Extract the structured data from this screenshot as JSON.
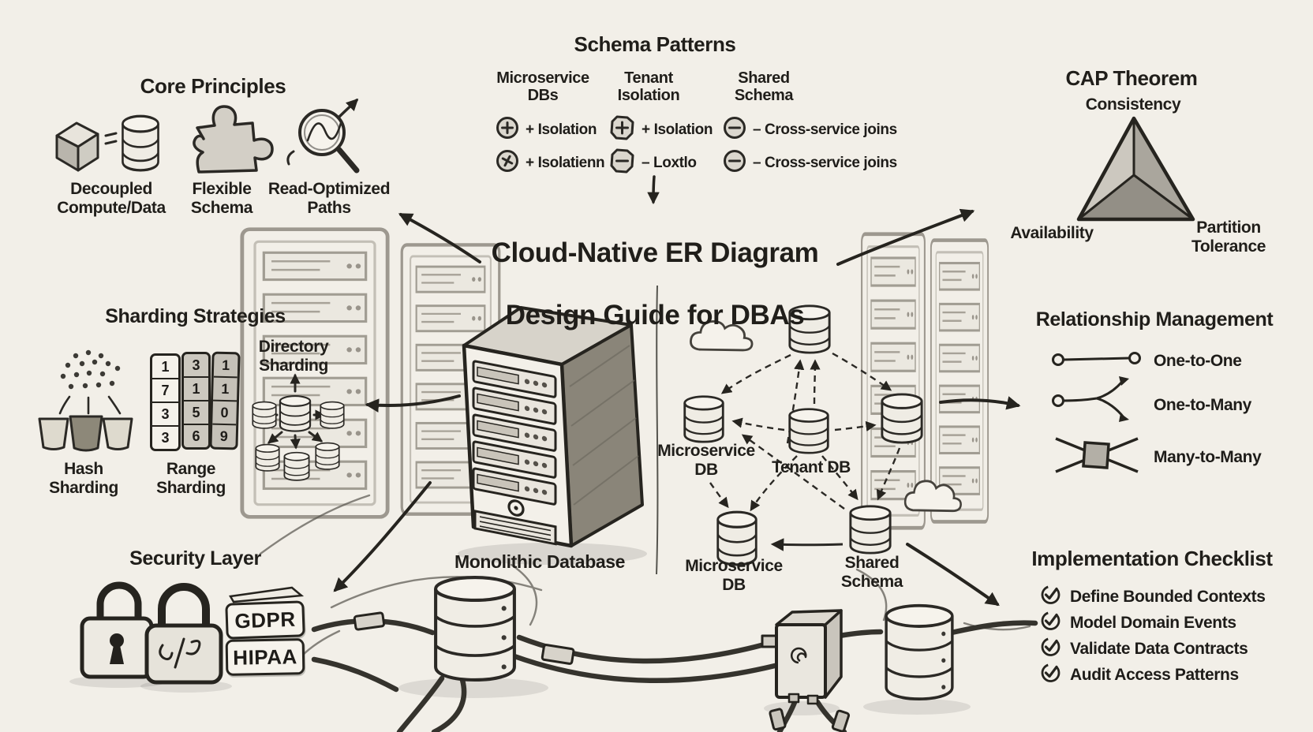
{
  "colors": {
    "paper": "#f2efe8",
    "ink": "#26241f",
    "shade": "#ccc8bf",
    "dark_shade": "#938f86"
  },
  "main_title": {
    "line1": "Cloud-Native ER Diagram",
    "line2": "Design Guide for DBAs"
  },
  "core_principles": {
    "title": "Core Principles",
    "items": [
      {
        "icon": "cube-database-icon",
        "label": "Decoupled\nCompute/Data"
      },
      {
        "icon": "puzzle-icon",
        "label": "Flexible\nSchema"
      },
      {
        "icon": "magnifier-chart-icon",
        "label": "Read-Optimized\nPaths"
      }
    ]
  },
  "schema_patterns": {
    "title": "Schema Patterns",
    "columns": [
      {
        "header": "Microservice\nDBs",
        "rows": [
          {
            "icon": "plus-circle-icon",
            "text": "+ Isolation"
          },
          {
            "icon": "plus-circle-icon",
            "text": "+ Isolatienn"
          }
        ]
      },
      {
        "header": "Tenant\nIsolation",
        "rows": [
          {
            "icon": "plus-shield-icon",
            "text": "+ Isolation"
          },
          {
            "icon": "minus-shield-icon",
            "text": "– Loxtlo"
          }
        ]
      },
      {
        "header": "Shared\nSchema",
        "rows": [
          {
            "icon": "minus-circle-icon",
            "text": "– Cross-service joins"
          },
          {
            "icon": "minus-circle-icon",
            "text": "– Cross-service joins"
          }
        ]
      }
    ]
  },
  "cap_theorem": {
    "title": "CAP Theorem",
    "top": "Consistency",
    "bottom_left": "Availability",
    "bottom_right": "Partition\nTolerance"
  },
  "sharding": {
    "title": "Sharding Strategies",
    "hash_label": "Hash\nSharding",
    "range_label": "Range\nSharding",
    "directory_label": "Directory\nSharding",
    "range_columns": [
      [
        "1",
        "7",
        "3",
        "3"
      ],
      [
        "3",
        "1",
        "5",
        "6"
      ],
      [
        "1",
        "1",
        "0",
        "9"
      ]
    ]
  },
  "monolith": {
    "label": "Monolithic Database"
  },
  "microservices": {
    "left_db": "Microservice\nDB",
    "tenant_db": "Tenant DB",
    "bottom_db": "Microservice\nDB",
    "shared_db": "Shared\nSchema"
  },
  "relationships": {
    "title": "Relationship Management",
    "items": [
      {
        "icon": "one-to-one-icon",
        "label": "One-to-One"
      },
      {
        "icon": "one-to-many-icon",
        "label": "One-to-Many"
      },
      {
        "icon": "many-to-many-icon",
        "label": "Many-to-Many"
      }
    ]
  },
  "security": {
    "title": "Security Layer",
    "badges": [
      "GDPR",
      "HIPAA"
    ]
  },
  "checklist": {
    "title": "Implementation Checklist",
    "items": [
      "Define Bounded Contexts",
      "Model Domain Events",
      "Validate Data Contracts",
      "Audit Access Patterns"
    ]
  }
}
